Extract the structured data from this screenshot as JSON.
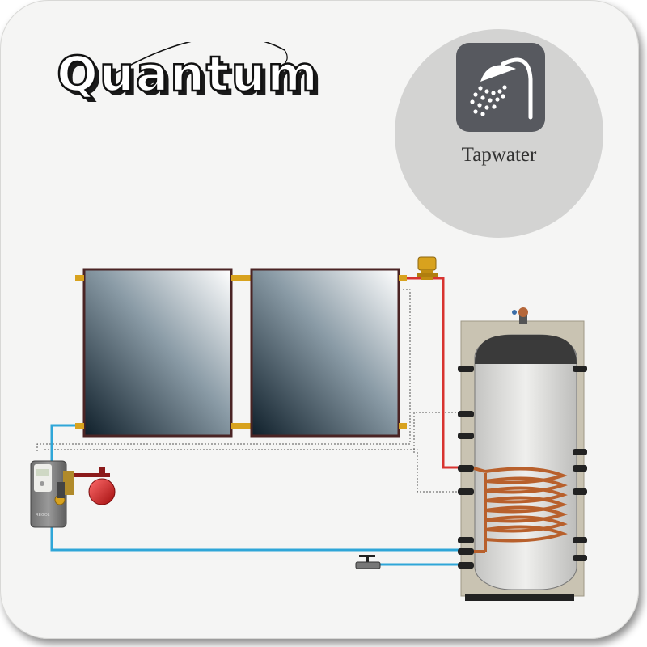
{
  "brand": {
    "name": "Quantum"
  },
  "mode_badge": {
    "label": "Tapwater",
    "icon": "shower-icon"
  },
  "controller": {
    "label": "REGOL"
  },
  "colors": {
    "background": "#f5f5f4",
    "badge_circle": "#d3d3d2",
    "badge_tile": "#57595f",
    "hot_pipe": "#d8332f",
    "cold_pipe": "#2fa6d8",
    "coil": "#b8602c",
    "tank": "#d9d9d7",
    "insulation": "#c9c3b2",
    "expansion_vessel": "#d21f1f"
  }
}
